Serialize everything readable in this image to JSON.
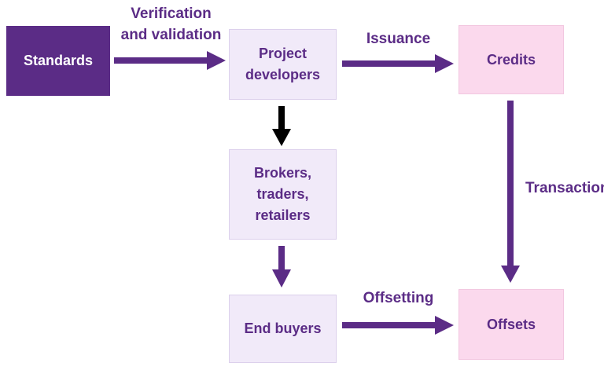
{
  "diagram": {
    "boxes": {
      "standards": {
        "label": "Standards"
      },
      "project_developers": {
        "label": "Project\ndevelopers"
      },
      "credits": {
        "label": "Credits"
      },
      "brokers": {
        "label": "Brokers,\ntraders,\nretailers"
      },
      "end_buyers": {
        "label": "End buyers"
      },
      "offsets": {
        "label": "Offsets"
      }
    },
    "arrow_labels": {
      "verification": "Verification\nand validation",
      "issuance": "Issuance",
      "transaction": "Transaction",
      "offsetting": "Offsetting"
    },
    "colors": {
      "dark_purple_fill": "#5B2C86",
      "light_lavender_fill": "#F1EAF9",
      "lavender_border": "#DCD0EC",
      "pink_fill": "#FBD9ED",
      "pink_border": "#F2C7E0",
      "arrow_purple": "#5B2C86",
      "arrow_black": "#000000",
      "label_text": "#5B2C86"
    }
  }
}
